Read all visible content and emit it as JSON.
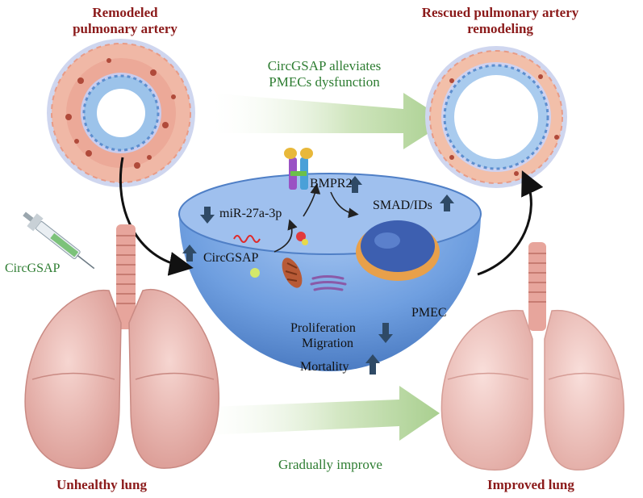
{
  "labels": {
    "remodeled_artery_line1": "Remodeled",
    "remodeled_artery_line2": "pulmonary artery",
    "rescued_artery_line1": "Rescued pulmonary artery",
    "rescued_artery_line2": "remodeling",
    "alleviates_line1": "CircGSAP alleviates",
    "alleviates_line2": "PMECs dysfunction",
    "bmpr2": "BMPR2",
    "mir": "miR-27a-3p",
    "smad": "SMAD/IDs",
    "circgsap_cell": "CircGSAP",
    "circgsap_injection": "CircGSAP",
    "pmec": "PMEC",
    "proliferation": "Proliferation",
    "migration": "Migration",
    "mortality": "Mortality",
    "gradually_improve": "Gradually improve",
    "unhealthy_lung": "Unhealthy lung",
    "improved_lung": "Improved lung"
  },
  "colors": {
    "title_red": "#8b1a1a",
    "label_green": "#2e7d32",
    "arrow_green": "#a9cf8f",
    "cell_blue": "#5b8fd8",
    "lung_pink": "#e8b4ae",
    "status_arrow": "#2f4a66"
  }
}
